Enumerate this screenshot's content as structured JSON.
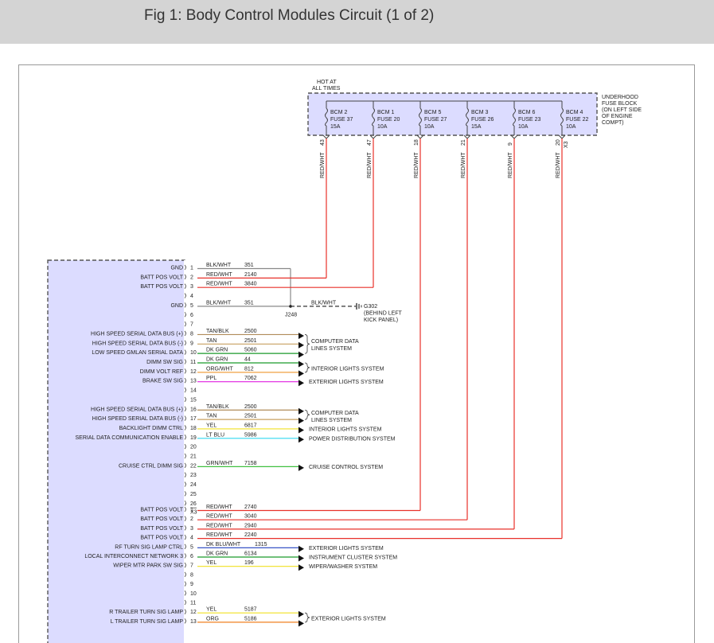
{
  "header": {
    "title": "Fig 1: Body Control Modules Circuit (1 of 2)"
  },
  "fuse_block": {
    "hot_label": [
      "HOT AT",
      "ALL TIMES"
    ],
    "label": [
      "UNDERHOOD",
      "FUSE BLOCK",
      "(ON LEFT SIDE",
      "OF ENGINE",
      "COMPT)"
    ],
    "fuses": [
      {
        "module": "BCM 2",
        "fuse": "FUSE 37",
        "amps": "15A",
        "pin": "43"
      },
      {
        "module": "BCM 1",
        "fuse": "FUSE 20",
        "amps": "10A",
        "pin": "47"
      },
      {
        "module": "BCM 5",
        "fuse": "FUSE 27",
        "amps": "10A",
        "pin": "18"
      },
      {
        "module": "BCM 3",
        "fuse": "FUSE 26",
        "amps": "15A",
        "pin": "21"
      },
      {
        "module": "BCM 6",
        "fuse": "FUSE 23",
        "amps": "10A",
        "pin": "9"
      },
      {
        "module": "BCM 4",
        "fuse": "FUSE 22",
        "amps": "10A",
        "pin": "20"
      }
    ],
    "connector": "X3",
    "feed_color_label": "RED/WHT"
  },
  "splice": {
    "label": "J248",
    "wire_color": "BLK/WHT"
  },
  "ground": {
    "label": [
      "G302",
      "(BEHIND LEFT",
      "KICK PANEL)"
    ]
  },
  "connector_x3": "X3",
  "pins_a": [
    {
      "n": "1",
      "name": "GND",
      "color": "BLK/WHT",
      "circuit": "351",
      "wire": "#888888"
    },
    {
      "n": "2",
      "name": "BATT POS VOLT",
      "color": "RED/WHT",
      "circuit": "2140",
      "wire": "#e8312a"
    },
    {
      "n": "3",
      "name": "BATT POS VOLT",
      "color": "RED/WHT",
      "circuit": "3840",
      "wire": "#e8312a"
    },
    {
      "n": "4",
      "name": "",
      "color": "",
      "circuit": "",
      "wire": ""
    },
    {
      "n": "5",
      "name": "GND",
      "color": "BLK/WHT",
      "circuit": "351",
      "wire": "#888888"
    },
    {
      "n": "6",
      "name": "",
      "color": "",
      "circuit": "",
      "wire": ""
    },
    {
      "n": "7",
      "name": "",
      "color": "",
      "circuit": "",
      "wire": ""
    },
    {
      "n": "8",
      "name": "HIGH SPEED SERIAL DATA BUS (+)",
      "color": "TAN/BLK",
      "circuit": "2500",
      "wire": "#b08c5a"
    },
    {
      "n": "9",
      "name": "HIGH SPEED SERIAL DATA BUS (-)",
      "color": "TAN",
      "circuit": "2501",
      "wire": "#c8a060"
    },
    {
      "n": "10",
      "name": "LOW SPEED GMLAN SERIAL DATA",
      "color": "DK GRN",
      "circuit": "5060",
      "wire": "#1a9a2a"
    },
    {
      "n": "11",
      "name": "DIMM SW SIG",
      "color": "DK GRN",
      "circuit": "44",
      "wire": "#1a9a2a"
    },
    {
      "n": "12",
      "name": "DIMM VOLT REF",
      "color": "ORG/WHT",
      "circuit": "812",
      "wire": "#f0a040"
    },
    {
      "n": "13",
      "name": "BRAKE SW SIG",
      "color": "PPL",
      "circuit": "7062",
      "wire": "#e020e0"
    },
    {
      "n": "14",
      "name": "",
      "color": "",
      "circuit": "",
      "wire": ""
    },
    {
      "n": "15",
      "name": "",
      "color": "",
      "circuit": "",
      "wire": ""
    },
    {
      "n": "16",
      "name": "HIGH SPEED SERIAL DATA BUS (+)",
      "color": "TAN/BLK",
      "circuit": "2500",
      "wire": "#b08c5a"
    },
    {
      "n": "17",
      "name": "HIGH SPEED SERIAL DATA BUS (-)",
      "color": "TAN",
      "circuit": "2501",
      "wire": "#c8a060"
    },
    {
      "n": "18",
      "name": "BACKLIGHT DIMM CTRL",
      "color": "YEL",
      "circuit": "6817",
      "wire": "#f0e020"
    },
    {
      "n": "19",
      "name": "SERIAL DATA COMMUNICATION ENABLE",
      "color": "LT BLU",
      "circuit": "5986",
      "wire": "#30d8f0"
    },
    {
      "n": "20",
      "name": "",
      "color": "",
      "circuit": "",
      "wire": ""
    },
    {
      "n": "21",
      "name": "",
      "color": "",
      "circuit": "",
      "wire": ""
    },
    {
      "n": "22",
      "name": "CRUISE CTRL DIMM SIG",
      "color": "GRN/WHT",
      "circuit": "7158",
      "wire": "#40c040"
    },
    {
      "n": "23",
      "name": "",
      "color": "",
      "circuit": "",
      "wire": ""
    },
    {
      "n": "24",
      "name": "",
      "color": "",
      "circuit": "",
      "wire": ""
    },
    {
      "n": "25",
      "name": "",
      "color": "",
      "circuit": "",
      "wire": ""
    },
    {
      "n": "26",
      "name": "",
      "color": "",
      "circuit": "",
      "wire": ""
    }
  ],
  "pins_b": [
    {
      "n": "1",
      "name": "BATT POS VOLT",
      "color": "RED/WHT",
      "circuit": "2740",
      "wire": "#e8312a"
    },
    {
      "n": "2",
      "name": "BATT POS VOLT",
      "color": "RED/WHT",
      "circuit": "3040",
      "wire": "#e8312a"
    },
    {
      "n": "3",
      "name": "BATT POS VOLT",
      "color": "RED/WHT",
      "circuit": "2940",
      "wire": "#e8312a"
    },
    {
      "n": "4",
      "name": "BATT POS VOLT",
      "color": "RED/WHT",
      "circuit": "2240",
      "wire": "#e8312a"
    },
    {
      "n": "5",
      "name": "RF TURN SIG LAMP CTRL",
      "color": "DK BLU/WHT",
      "circuit": "1315",
      "wire": "#2040c0"
    },
    {
      "n": "6",
      "name": "LOCAL INTERCONNECT NETWORK 3",
      "color": "DK GRN",
      "circuit": "6134",
      "wire": "#1a9a2a"
    },
    {
      "n": "7",
      "name": "WIPER MTR PARK SW SIG",
      "color": "YEL",
      "circuit": "196",
      "wire": "#f0e020"
    },
    {
      "n": "8",
      "name": "",
      "color": "",
      "circuit": "",
      "wire": ""
    },
    {
      "n": "9",
      "name": "",
      "color": "",
      "circuit": "",
      "wire": ""
    },
    {
      "n": "10",
      "name": "",
      "color": "",
      "circuit": "",
      "wire": ""
    },
    {
      "n": "11",
      "name": "",
      "color": "",
      "circuit": "",
      "wire": ""
    },
    {
      "n": "12",
      "name": "R TRAILER TURN SIG LAMP",
      "color": "YEL",
      "circuit": "5187",
      "wire": "#f0e020"
    },
    {
      "n": "13",
      "name": "L TRAILER TURN SIG LAMP",
      "color": "ORG",
      "circuit": "5186",
      "wire": "#f08020"
    }
  ],
  "systems": [
    {
      "id": "cds1",
      "lines": [
        "COMPUTER DATA",
        "LINES SYSTEM"
      ]
    },
    {
      "id": "int1",
      "lines": [
        "INTERIOR LIGHTS SYSTEM"
      ]
    },
    {
      "id": "ext1",
      "lines": [
        "EXTERIOR LIGHTS SYSTEM"
      ]
    },
    {
      "id": "cds2",
      "lines": [
        "COMPUTER DATA",
        "LINES SYSTEM"
      ]
    },
    {
      "id": "int2",
      "lines": [
        "INTERIOR LIGHTS SYSTEM"
      ]
    },
    {
      "id": "pds",
      "lines": [
        "POWER DISTRIBUTION SYSTEM"
      ]
    },
    {
      "id": "cruise",
      "lines": [
        "CRUISE CONTROL SYSTEM"
      ]
    },
    {
      "id": "ext2",
      "lines": [
        "EXTERIOR LIGHTS SYSTEM"
      ]
    },
    {
      "id": "ic",
      "lines": [
        "INSTRUMENT CLUSTER SYSTEM"
      ]
    },
    {
      "id": "wiper",
      "lines": [
        "WIPER/WASHER SYSTEM"
      ]
    },
    {
      "id": "ext3",
      "lines": [
        "EXTERIOR LIGHTS SYSTEM"
      ]
    }
  ],
  "colors": {
    "module_fill": "#dcdcff",
    "fuse_fill": "#dcdcff",
    "red_wire": "#e8312a"
  }
}
